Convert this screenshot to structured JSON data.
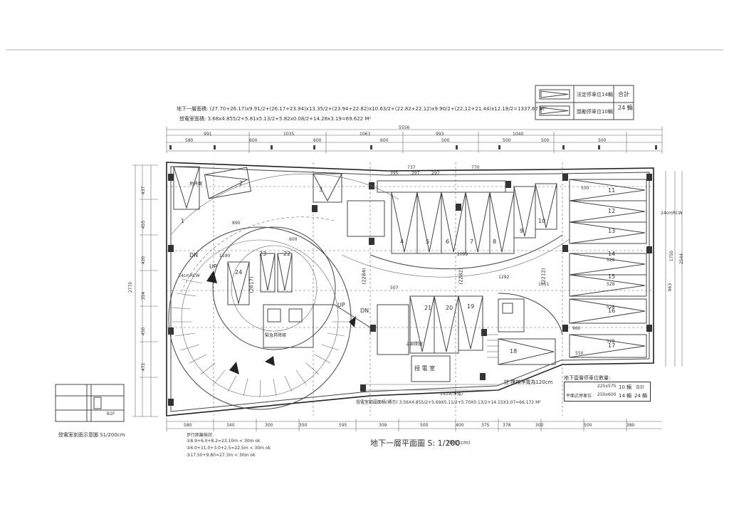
{
  "area_notes": {
    "b1_area": "地下一層面積: (27.70+26.17)x9.91/2+(26.17+23.94)x13.35/2+(23.94+22.82)x10.63/2+(22.82+22.12)x9.90/2+(22.12+21.44)x12.18/2=1337.67 M²",
    "substation_area": "授電室面積: 3.68x4.855/2+5.81x5.13/2+5.82x0.08/2+14.28x3.19=69.622 M²"
  },
  "legend_top": {
    "legal_label": "法定停車位14輛",
    "bonus_label": "獎勵停車位10輛",
    "total_label": "合計",
    "total_value": "24 輛"
  },
  "dims_top": [
    "5556",
    "991",
    "1035",
    "1063",
    "993",
    "1040",
    "580",
    "600",
    "600",
    "600",
    "500",
    "500",
    "500",
    "500",
    "737",
    "770",
    "395",
    "297",
    "297"
  ],
  "dims_bottom": [
    "580",
    "340",
    "300",
    "350",
    "595",
    "309",
    "500",
    "400",
    "375",
    "378",
    "300",
    "500",
    "380"
  ],
  "dims_left": [
    "2770",
    "437",
    "455",
    "420",
    "354",
    "450",
    "472"
  ],
  "dims_right": [
    "2544",
    "24cmRCW",
    "1750",
    "550",
    "963",
    "550",
    "528",
    "528",
    "528",
    "528"
  ],
  "plan_labels": {
    "ramp_down_1": "DN",
    "ramp_up": "UP",
    "ramp_down_2": "DN",
    "ramp_up_2": "UP",
    "rc_wall": "24cmRCW",
    "arc_a": "(2617)",
    "arc_b": "(2284)",
    "arc_c": "(2282)",
    "arc_d": "(2212)",
    "dim_600": "600",
    "dim_1190": "1190",
    "dim_507": "507",
    "dim_2099": "2099",
    "dim_1051": "1051",
    "dim_890": "890",
    "dim_960": "960",
    "dim_1292": "1292",
    "stair": "緊急昇降梯",
    "room_substation": "授 電 室",
    "room_upper": "上部開窗",
    "note_height": "註:樓梯淨寬為120cm",
    "note_area": "授電室範圍面積(標示) 3.56X4.855/2+5.69X5.11/2+5.70X0.13/2+14.15X3.07=66.172 M²",
    "boundary": "地界線",
    "dim_1439": "1439(淨寬)"
  },
  "stalls": [
    "1",
    "2",
    "3",
    "4",
    "5",
    "6",
    "7",
    "8",
    "9",
    "10",
    "11",
    "12",
    "13",
    "14",
    "15",
    "16",
    "17",
    "18",
    "19",
    "20",
    "21",
    "22",
    "23",
    "24"
  ],
  "parking_table": {
    "title": "地下壹層停車位數量:",
    "row1_label": "",
    "row1_size": "225x575",
    "row1_count": "10 輛",
    "row2_label": "平面式停車位",
    "row2_size": "250x600",
    "row2_count": "14 輛",
    "total_label": "合計",
    "total_value": "24 輛"
  },
  "left_detail": {
    "label": "B1F",
    "caption": "授電室剖面示意圖 S1/200cm"
  },
  "walk_distance": {
    "title": "步行距離檢討:",
    "line1": "①8.9+6.0+8.2=23.10m < 30m ok",
    "line2": "②6.0+11.0+3.0+2.5=22.5m < 30m ok",
    "line3": "③17.50+9.80=27.3m < 30m ok"
  },
  "drawing_title": "地下一層平面圖 S: 1/200",
  "drawing_unit": "(單位:cm)"
}
